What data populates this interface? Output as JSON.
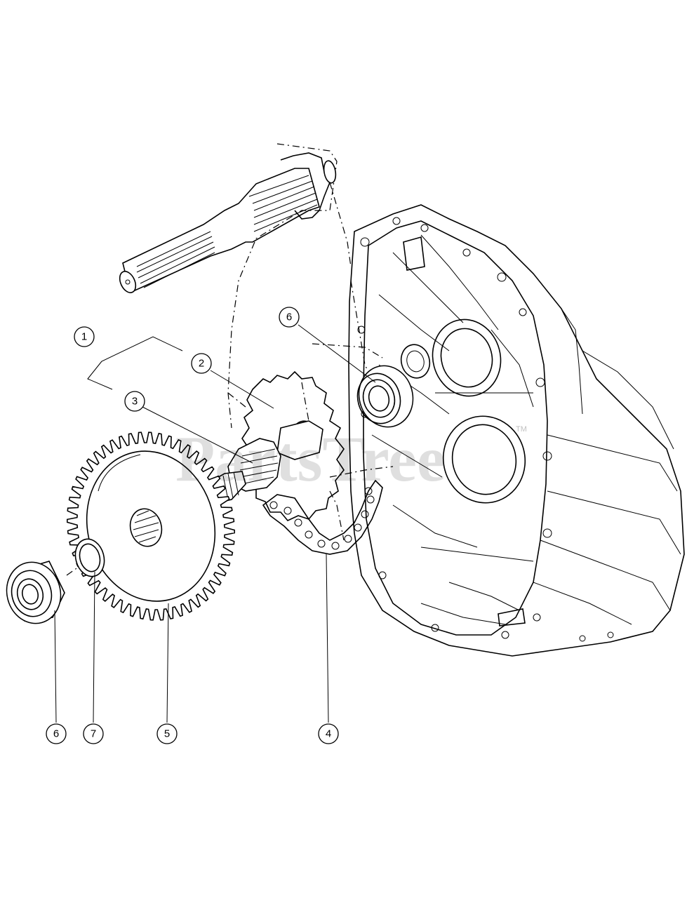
{
  "watermark": {
    "text": "PartsTree",
    "tm": "TM"
  },
  "callouts": [
    {
      "id": "callout-1",
      "label": "1"
    },
    {
      "id": "callout-2",
      "label": "2"
    },
    {
      "id": "callout-3",
      "label": "3"
    },
    {
      "id": "callout-6-top",
      "label": "6"
    },
    {
      "id": "callout-6-bottom",
      "label": "6"
    },
    {
      "id": "callout-7",
      "label": "7"
    },
    {
      "id": "callout-5",
      "label": "5"
    },
    {
      "id": "callout-4",
      "label": "4"
    }
  ]
}
